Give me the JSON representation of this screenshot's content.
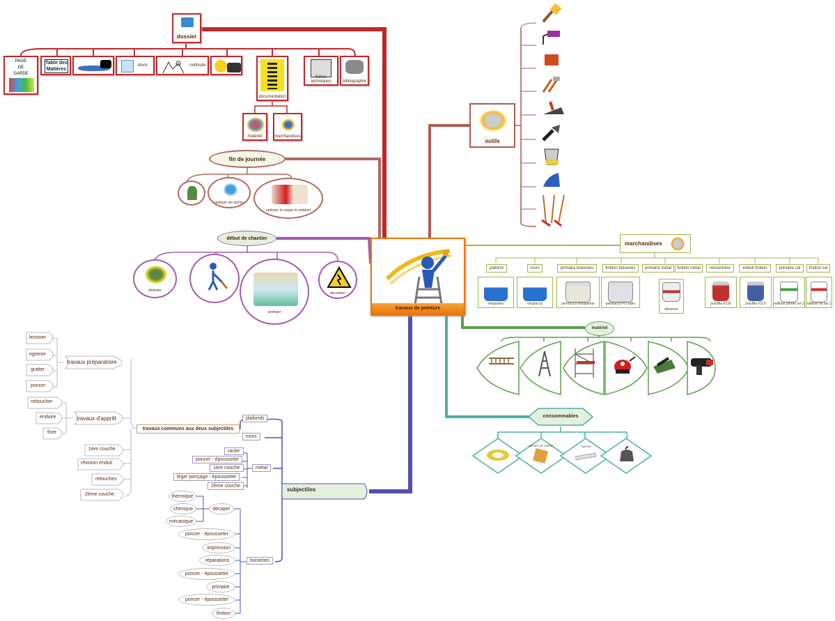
{
  "center": {
    "label": "travaux de peinture"
  },
  "dossier": {
    "label": "dossier",
    "children": [
      "PAGE\nDE\nGARDE",
      "",
      "",
      "devis",
      "méthode",
      "",
      "documentation",
      "fiches techniques",
      "bibliographie"
    ],
    "page_garde": [
      "PAGE",
      "DE",
      "GARDE"
    ],
    "table_matieres": "Table des Matières",
    "devis": "devis",
    "methode": "méthode",
    "documentation": "documentation",
    "fiches": "fiches techniques",
    "biblio": "bibliographie",
    "materiel": "matériel",
    "marchandises": "marchandises"
  },
  "fin_journee": {
    "label": "fin de journée",
    "items": [
      "",
      "nettoyer les taches",
      "nettoyer et ranger le matériel"
    ]
  },
  "debut_chantier": {
    "label": "début de chantier",
    "items": [
      "délimiter",
      "",
      "protéger",
      "décortiner"
    ]
  },
  "outils": {
    "label": "outils"
  },
  "marchandises": {
    "label": "marchandises",
    "categories": [
      "plafond",
      "murs",
      "primaire boiseries",
      "finition boiseries",
      "primaire métal",
      "finition métal",
      "reboucheur",
      "enduit finition",
      "primaire sol",
      "finition sol"
    ],
    "products": [
      "megradex",
      "megracryl",
      "permacryl multiprimer",
      "permacryl PU satin",
      "",
      "dekorine",
      "polyfilla F130",
      "polyfilla F210",
      "ralithon primer sol 2",
      "ralithon fin sol 2"
    ]
  },
  "materiel": {
    "label": "matériel"
  },
  "consommables": {
    "label": "consommables",
    "items": [
      "",
      "PAPIER DE VERRE",
      "BACHE",
      ""
    ]
  },
  "subjectiles": {
    "label": "subjectiles",
    "commun": "travaux communs aux deux subjectiles",
    "groups": [
      "plafonds",
      "murs",
      "métal",
      "boiseries"
    ],
    "metal": [
      "racler",
      "poncer - épousseter",
      "1ère couche",
      "léger ponçage - épousseter",
      "2ème couche"
    ],
    "boiseries": [
      "décaper",
      "poncer - épousseter",
      "impression",
      "réparations",
      "poncer - épousseter",
      "primaire",
      "poncer - épousseter",
      "finition"
    ],
    "decaper": [
      "thermique",
      "chimique",
      "mécanique"
    ]
  },
  "travaux": {
    "preparatoire": "travaux préparatoire",
    "prep_items": [
      "lessiver",
      "egrener",
      "gratter",
      "poncer"
    ],
    "appret": "travaux d'apprêt",
    "appret_items": [
      "reboucher",
      "enduire",
      "fixer"
    ],
    "others": [
      "1ère couche",
      "révision enduit",
      "retouches",
      "2ème couche"
    ]
  },
  "colors": {
    "dossier": "#c0282a",
    "outils": "#b05a50",
    "fin": "#b06a5a",
    "debut": "#a05ab0",
    "marchandises": "#9ab84a",
    "materiel": "#5aa04a",
    "consommables": "#4ab0a0",
    "subjectiles": "#5050b0",
    "center": "#e8760a"
  }
}
